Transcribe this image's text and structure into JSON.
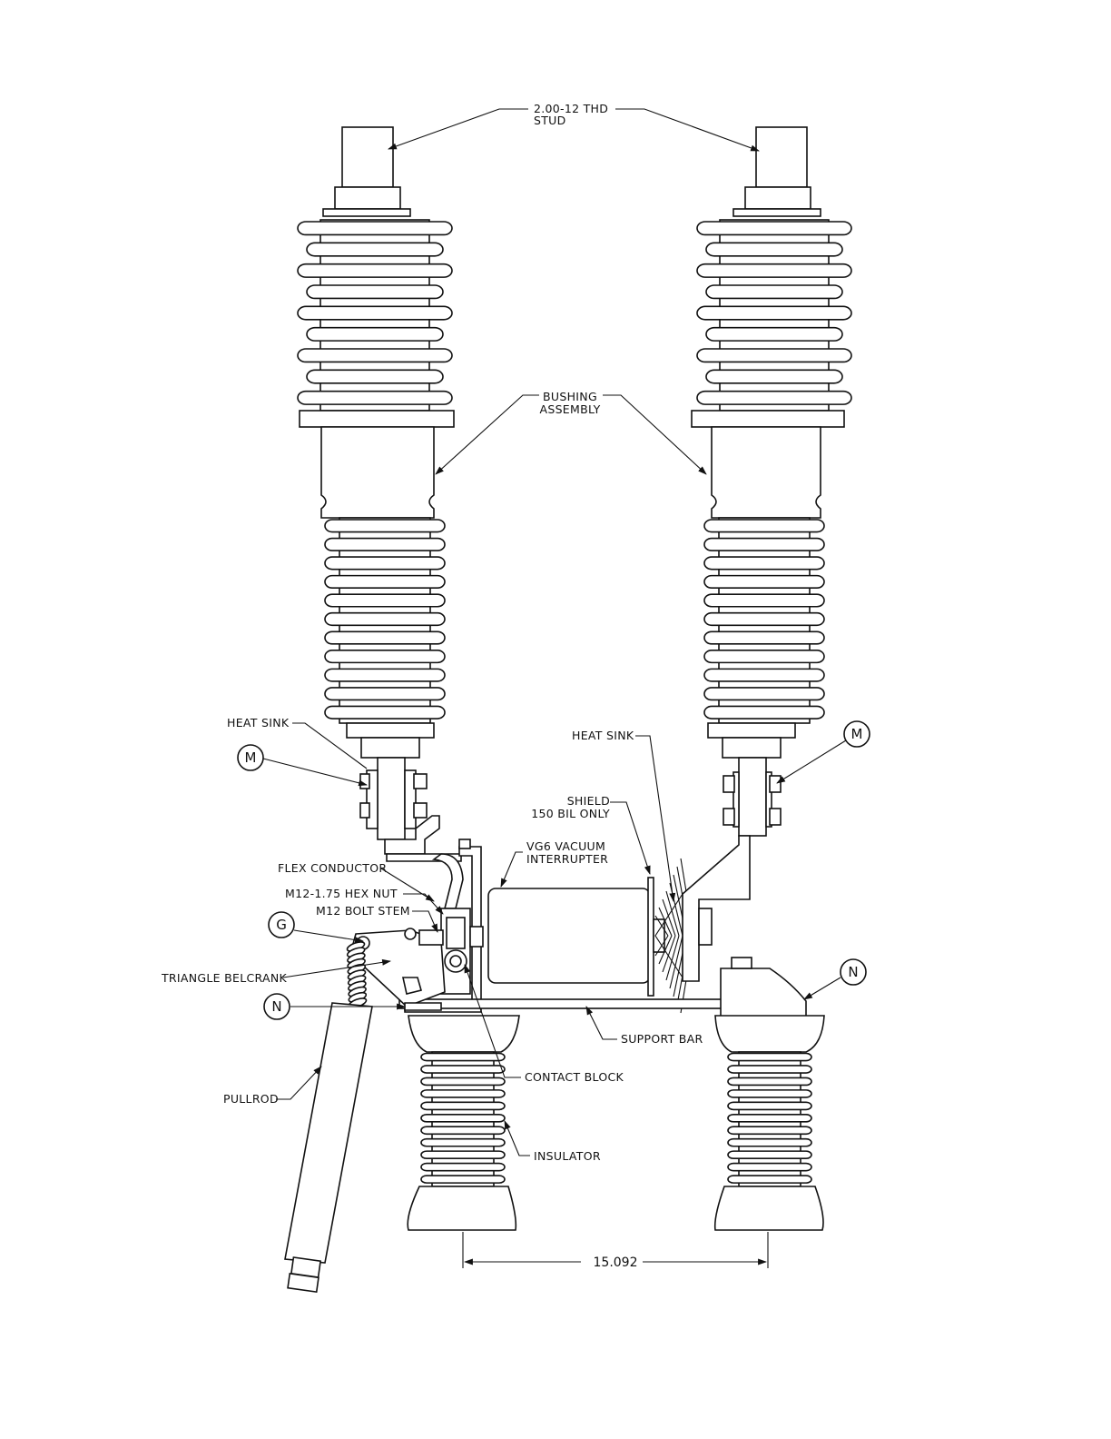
{
  "labels": {
    "stud_line1": "2.00-12 THD",
    "stud_line2": "STUD",
    "bushing_line1": "BUSHING",
    "bushing_line2": "ASSEMBLY",
    "heat_sink_left": "HEAT SINK",
    "heat_sink_right": "HEAT SINK",
    "shield_line1": "SHIELD",
    "shield_line2": "150 BIL ONLY",
    "vg6_line1": "VG6 VACUUM",
    "vg6_line2": "INTERRUPTER",
    "flex_conductor": "FLEX CONDUCTOR",
    "hex_nut": "M12-1.75 HEX NUT",
    "bolt_stem": "M12 BOLT STEM",
    "triangle_belcrank": "TRIANGLE BELCRANK",
    "support_bar": "SUPPORT BAR",
    "contact_block": "CONTACT BLOCK",
    "pullrod": "PULLROD",
    "insulator": "INSULATOR"
  },
  "callouts": {
    "m_left": "M",
    "m_right": "M",
    "g": "G",
    "n_left": "N",
    "n_right": "N"
  },
  "dimension": "15.092"
}
